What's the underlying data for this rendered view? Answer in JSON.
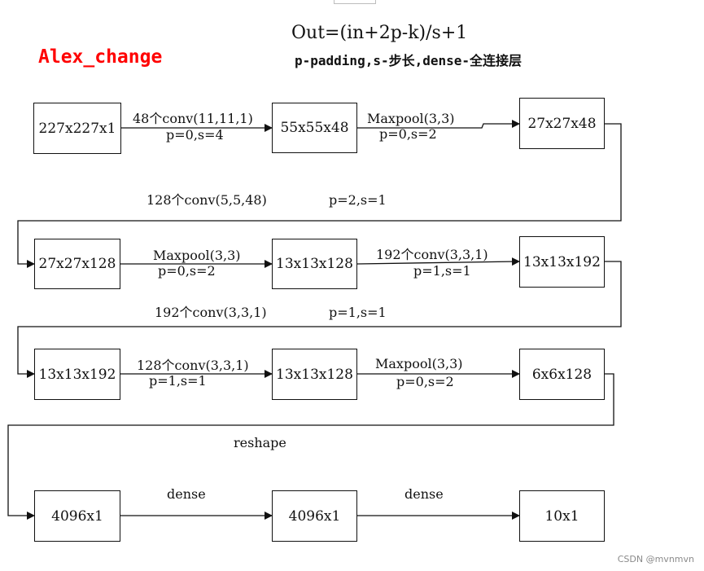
{
  "header": {
    "formula": "Out=(in+2p-k)/s+1",
    "legend": "p-padding,s-步长,dense-全连接层",
    "model_name": "Alex_change"
  },
  "nodes": [
    {
      "id": "n1",
      "label": "227x227x1"
    },
    {
      "id": "n2",
      "label": "55x55x48"
    },
    {
      "id": "n3",
      "label": "27x27x48"
    },
    {
      "id": "n4",
      "label": "27x27x128"
    },
    {
      "id": "n5",
      "label": "13x13x128"
    },
    {
      "id": "n6",
      "label": "13x13x192"
    },
    {
      "id": "n7",
      "label": "13x13x192"
    },
    {
      "id": "n8",
      "label": "13x13x128"
    },
    {
      "id": "n9",
      "label": "6x6x128"
    },
    {
      "id": "n10",
      "label": "4096x1"
    },
    {
      "id": "n11",
      "label": "4096x1"
    },
    {
      "id": "n12",
      "label": "10x1"
    }
  ],
  "edges": [
    {
      "id": "e1",
      "from": "n1",
      "to": "n2",
      "op": "48个conv(11,11,1)",
      "params": "p=0,s=4"
    },
    {
      "id": "e2",
      "from": "n2",
      "to": "n3",
      "op": "Maxpool(3,3)",
      "params": "p=0,s=2"
    },
    {
      "id": "e3",
      "from": "n3",
      "to": "n4",
      "op": "128个conv(5,5,48)",
      "params": "p=2,s=1"
    },
    {
      "id": "e4",
      "from": "n4",
      "to": "n5",
      "op": "Maxpool(3,3)",
      "params": "p=0,s=2"
    },
    {
      "id": "e5",
      "from": "n5",
      "to": "n6",
      "op": "192个conv(3,3,1)",
      "params": "p=1,s=1"
    },
    {
      "id": "e6",
      "from": "n6",
      "to": "n7",
      "op": "192个conv(3,3,1)",
      "params": "p=1,s=1"
    },
    {
      "id": "e7",
      "from": "n7",
      "to": "n8",
      "op": "128个conv(3,3,1)",
      "params": "p=1,s=1"
    },
    {
      "id": "e8",
      "from": "n8",
      "to": "n9",
      "op": "Maxpool(3,3)",
      "params": "p=0,s=2"
    },
    {
      "id": "e9",
      "from": "n9",
      "to": "n10",
      "op": "reshape"
    },
    {
      "id": "e10",
      "from": "n10",
      "to": "n11",
      "op": "dense"
    },
    {
      "id": "e11",
      "from": "n11",
      "to": "n12",
      "op": "dense"
    }
  ],
  "watermark": "CSDN @mvnmvn"
}
